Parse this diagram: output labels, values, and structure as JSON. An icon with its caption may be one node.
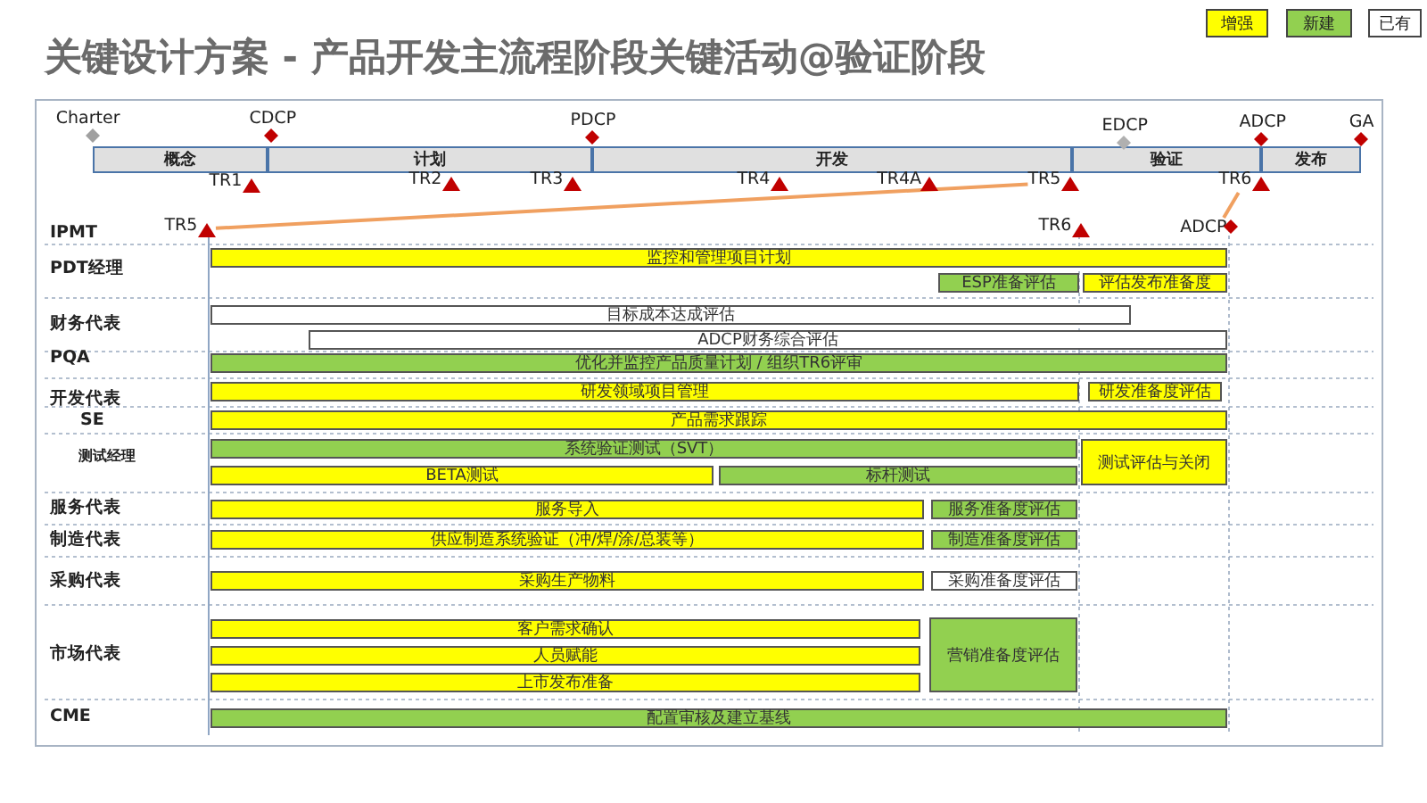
{
  "diagram": {
    "title": "关键设计方案 - 产品开发主流程阶段关键活动@验证阶段",
    "nodes": [
      {
        "text": [
          "概念"
        ]
      },
      {
        "text": [
          "计划"
        ]
      },
      {
        "text": [
          "开发"
        ]
      },
      {
        "text": [
          "验证"
        ]
      },
      {
        "text": [
          "发布"
        ]
      },
      {
        "text": [
          "Charter"
        ]
      },
      {
        "text": [
          "CDCP"
        ]
      },
      {
        "text": [
          "PDCP"
        ]
      },
      {
        "text": [
          "EDCP"
        ]
      },
      {
        "text": [
          "ADCP"
        ]
      },
      {
        "text": [
          "GA"
        ]
      },
      {
        "text": [
          "TR1"
        ]
      },
      {
        "text": [
          "TR2"
        ]
      },
      {
        "text": [
          "TR3"
        ]
      },
      {
        "text": [
          "TR4"
        ]
      },
      {
        "text": [
          "TR4A"
        ]
      },
      {
        "text": [
          "TR5"
        ]
      },
      {
        "text": [
          "TR6"
        ]
      },
      {
        "text": [
          "TR5"
        ]
      },
      {
        "text": [
          "TR6"
        ]
      },
      {
        "text": [
          "ADCP"
        ]
      },
      {
        "text": [
          "监控和管理项目计划"
        ]
      },
      {
        "text": [
          "ESP准备评估"
        ]
      },
      {
        "text": [
          "评估发布准备度"
        ]
      },
      {
        "text": [
          "目标成本达成评估"
        ]
      },
      {
        "text": [
          "ADCP财务综合评估"
        ]
      },
      {
        "text": [
          "优化并监控产品质量计划 / 组织TR6评审"
        ]
      },
      {
        "text": [
          "研发领域项目管理"
        ]
      },
      {
        "text": [
          "研发准备度评估"
        ]
      },
      {
        "text": [
          "产品需求跟踪"
        ]
      },
      {
        "text": [
          "系统验证测试（SVT）"
        ]
      },
      {
        "text": [
          "BETA测试"
        ]
      },
      {
        "text": [
          "标杆测试"
        ]
      },
      {
        "text": [
          "测试评估与关闭"
        ]
      },
      {
        "text": [
          "服务导入"
        ]
      },
      {
        "text": [
          "服务准备度评估"
        ]
      },
      {
        "text": [
          "供应制造系统验证（冲/焊/涂/总装等）"
        ]
      },
      {
        "text": [
          "制造准备度评估"
        ]
      },
      {
        "text": [
          "采购生产物料"
        ]
      },
      {
        "text": [
          "采购准备度评估"
        ]
      },
      {
        "text": [
          "客户需求确认"
        ]
      },
      {
        "text": [
          "人员赋能"
        ]
      },
      {
        "text": [
          "上市发布准备"
        ]
      },
      {
        "text": [
          "营销准备度评估"
        ]
      },
      {
        "text": [
          "配置审核及建立基线"
        ]
      }
    ],
    "edges": [
      {
        "from": 18,
        "to": 16,
        "arrow": "none"
      },
      {
        "from": 20,
        "to": 17,
        "arrow": "none"
      }
    ],
    "labels": [
      "IPMT",
      "PDT经理",
      "财务代表",
      "PQA",
      "开发代表",
      "SE",
      "测试经理",
      "服务代表",
      "制造代表",
      "采购代表",
      "市场代表",
      "CME"
    ],
    "legend": [
      {
        "text": "增强",
        "color": "#ffff00"
      },
      {
        "text": "新建",
        "color": "#92d050"
      },
      {
        "text": "已有",
        "color": "#ffffff"
      }
    ]
  }
}
